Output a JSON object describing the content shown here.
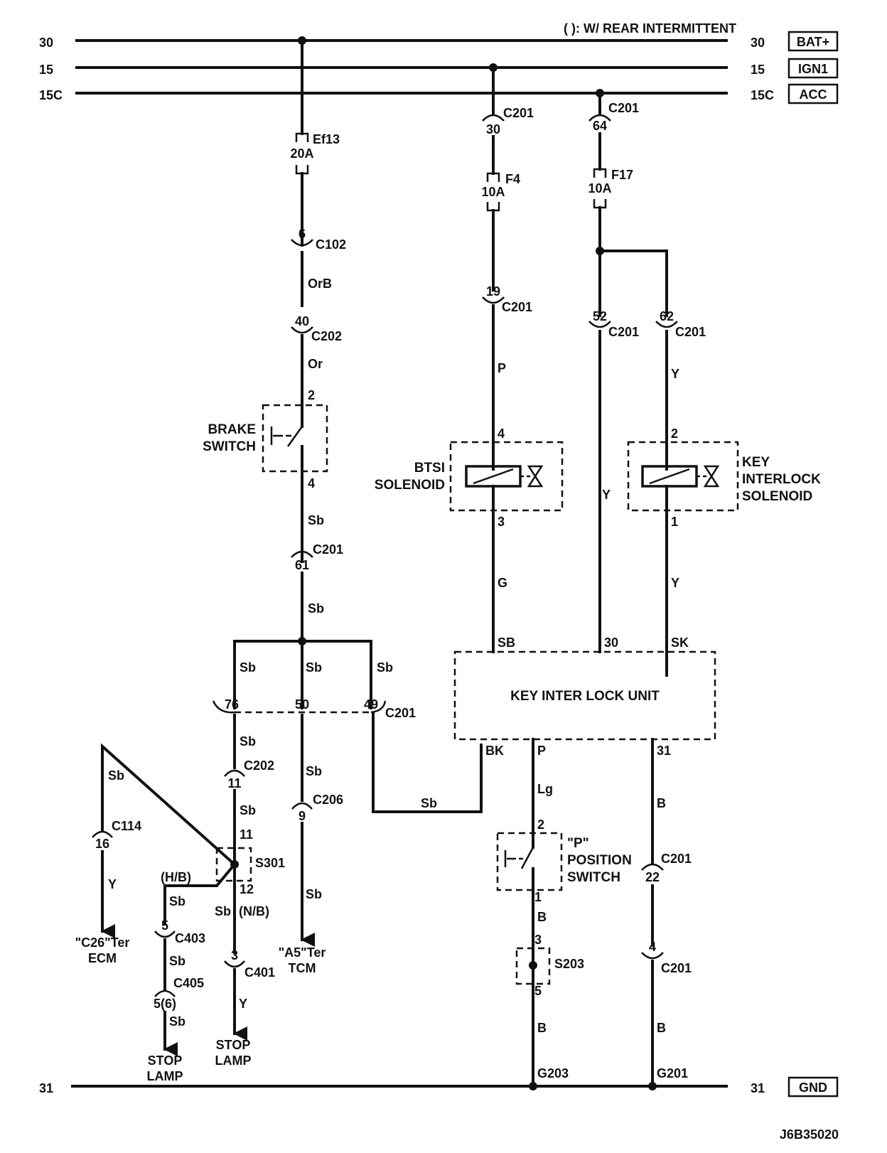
{
  "note": "( ): W/ REAR INTERMITTENT",
  "rails": {
    "r30": {
      "num": "30",
      "tag": "BAT+"
    },
    "r15": {
      "num": "15",
      "tag": "IGN1"
    },
    "r15c": {
      "num": "15C",
      "tag": "ACC"
    },
    "r31": {
      "num": "31",
      "tag": "GND"
    }
  },
  "fuses": {
    "ef13": {
      "name": "Ef13",
      "rating": "20A"
    },
    "f4": {
      "name": "F4",
      "rating": "10A"
    },
    "f17": {
      "name": "F17",
      "rating": "10A"
    }
  },
  "components": {
    "brake_switch": [
      "BRAKE",
      "SWITCH"
    ],
    "btsi": [
      "BTSI",
      "SOLENOID"
    ],
    "key_solenoid": [
      "KEY",
      "INTERLOCK",
      "SOLENOID"
    ],
    "unit": "KEY INTER LOCK UNIT",
    "p_switch": [
      "\"P\"",
      "POSITION",
      "SWITCH"
    ],
    "s301": "S301",
    "s203": "S203"
  },
  "connectors": {
    "c201": "C201",
    "c202": "C202",
    "c102": "C102",
    "c114": "C114",
    "c206": "C206",
    "c403": "C403",
    "c405": "C405",
    "c401": "C401"
  },
  "pins": {
    "p30": "30",
    "p64": "64",
    "p6": "6",
    "p19": "19",
    "p52": "52",
    "p62": "62",
    "p40": "40",
    "p2a": "2",
    "p4a": "4",
    "p4b": "4",
    "p2b": "2",
    "p3a": "3",
    "p1a": "1",
    "p61": "61",
    "p76": "76",
    "p50": "50",
    "p49": "49",
    "p11a": "11",
    "p11b": "11",
    "p12": "12",
    "p16": "16",
    "p9": "9",
    "p5a": "5",
    "p56": "5(6)",
    "p3b": "3",
    "p2c": "2",
    "p1b": "1",
    "p3c": "3",
    "p5b": "5",
    "p22": "22",
    "p4c": "4"
  },
  "unit_pins": {
    "sb": "SB",
    "p30": "30",
    "sk": "SK",
    "bk": "BK",
    "p": "P",
    "p31": "31"
  },
  "wires": {
    "orb": "OrB",
    "or": "Or",
    "sb": "Sb",
    "p": "P",
    "y": "Y",
    "g": "G",
    "lg": "Lg",
    "b": "B",
    "hb": "(H/B)",
    "nb": "(N/B)"
  },
  "destinations": {
    "ecm": [
      "\"C26\"Ter",
      "ECM"
    ],
    "tcm": [
      "\"A5\"Ter",
      "TCM"
    ],
    "stop_lamp": [
      "STOP",
      "LAMP"
    ]
  },
  "grounds": {
    "g203": "G203",
    "g201": "G201"
  },
  "figure_id": "J6B35020"
}
